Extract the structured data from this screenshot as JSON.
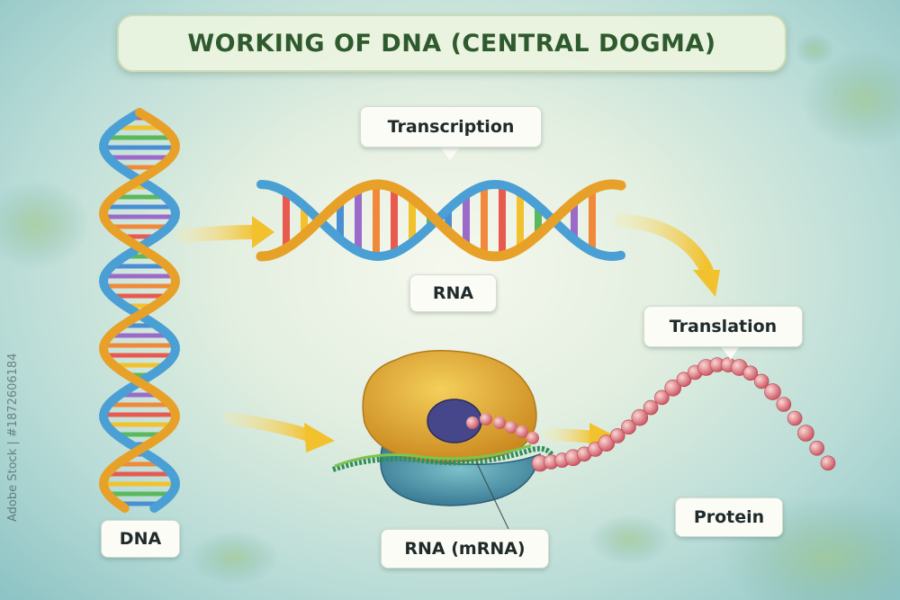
{
  "title": "WORKING OF DNA (CENTRAL DOGMA)",
  "labels": {
    "transcription": "Transcription",
    "rna": "RNA",
    "translation": "Translation",
    "dna": "DNA",
    "mrna": "RNA (mRNA)",
    "protein": "Protein"
  },
  "watermark": "Adobe Stock | #1872606184",
  "colors": {
    "strand_orange": "#e8a128",
    "strand_blue": "#4a9fd4",
    "arrow_yellow": "#f2c12e",
    "ribosome_gold": "#e3a730",
    "ribosome_blue": "#4f9ab5",
    "protein_pink": "#e0727a",
    "title_green": "#2f5a2e"
  }
}
